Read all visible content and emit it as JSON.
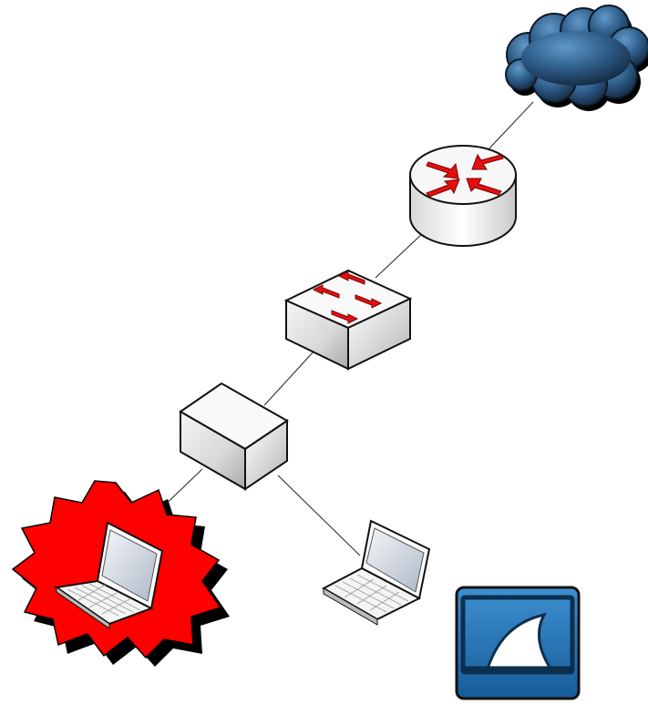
{
  "diagram": {
    "nodes": [
      {
        "id": "internet",
        "icon": "cloud-icon"
      },
      {
        "id": "router",
        "icon": "router-icon"
      },
      {
        "id": "switch",
        "icon": "switch-icon"
      },
      {
        "id": "network-tap",
        "icon": "tap-box-icon"
      },
      {
        "id": "victim-laptop",
        "icon": "laptop-icon",
        "highlight": "red-burst"
      },
      {
        "id": "capture-laptop",
        "icon": "laptop-icon"
      },
      {
        "id": "wireshark",
        "icon": "wireshark-fin-icon"
      }
    ],
    "links": [
      [
        "internet",
        "router"
      ],
      [
        "router",
        "switch"
      ],
      [
        "switch",
        "network-tap"
      ],
      [
        "network-tap",
        "victim-laptop"
      ],
      [
        "network-tap",
        "capture-laptop"
      ]
    ],
    "colors": {
      "arrow": "#e41010",
      "burst": "#ff0000",
      "cloud": "#2c5a85",
      "wireshark": "#1f6fb0",
      "line": "#222222"
    }
  }
}
